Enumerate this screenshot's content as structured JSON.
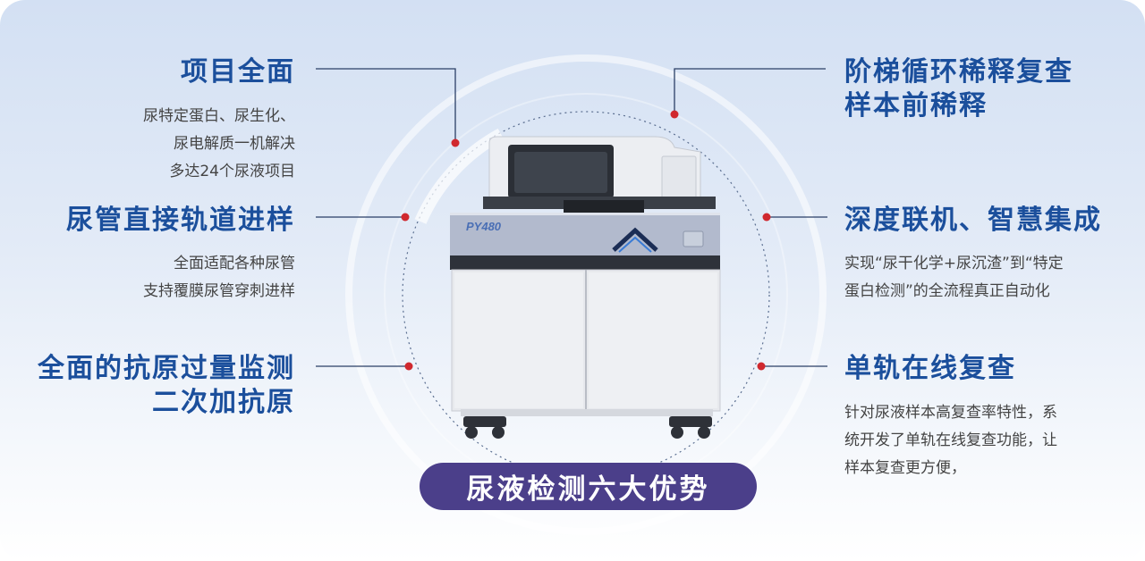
{
  "features": {
    "comprehensive_items": {
      "title": "项目全面",
      "lines": [
        "尿特定蛋白、尿生化、",
        "尿电解质一机解决",
        "多达24个尿液项目"
      ]
    },
    "tube_track": {
      "title": "尿管直接轨道进样",
      "lines": [
        "全面适配各种尿管",
        "支持覆膜尿管穿刺进样"
      ]
    },
    "antigen_excess": {
      "title_lines": [
        "全面的抗原过量监测",
        "二次加抗原"
      ]
    },
    "dilution": {
      "title_lines": [
        "阶梯循环稀释复查",
        "样本前稀释"
      ]
    },
    "integration": {
      "title": "深度联机、智慧集成",
      "lines": [
        "实现“尿干化学+尿沉渣”到“特定",
        "蛋白检测”的全流程真正自动化"
      ]
    },
    "single_track": {
      "title": "单轨在线复查",
      "lines": [
        "针对尿液样本高复查率特性，系",
        "统开发了单轨在线复查功能，让",
        "样本复查更方便，"
      ]
    }
  },
  "device": {
    "model": "PY480"
  },
  "footer_label": "尿液检测六大优势",
  "colors": {
    "title_blue": "#1b4f9c",
    "footer_purple": "#4b3f8a",
    "dot_red": "#d0282e"
  }
}
